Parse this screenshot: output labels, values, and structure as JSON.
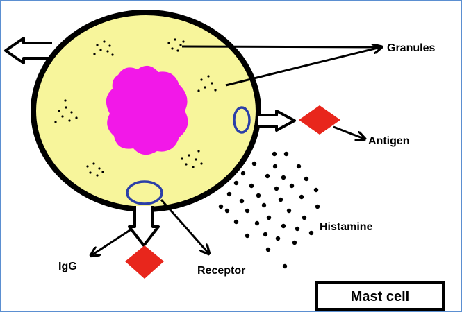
{
  "labels": {
    "granules": "Granules",
    "antigen": "Antigen",
    "histamine": "Histamine",
    "igg": "IgG",
    "receptor": "Receptor",
    "title": "Mast cell"
  },
  "colors": {
    "frame": "#5b8fd1",
    "cytoplasm": "#f7f59b",
    "nucleus": "#f218e8",
    "antigen": "#e8261c",
    "receptor": "#2b3fa8",
    "outline": "#000000"
  }
}
